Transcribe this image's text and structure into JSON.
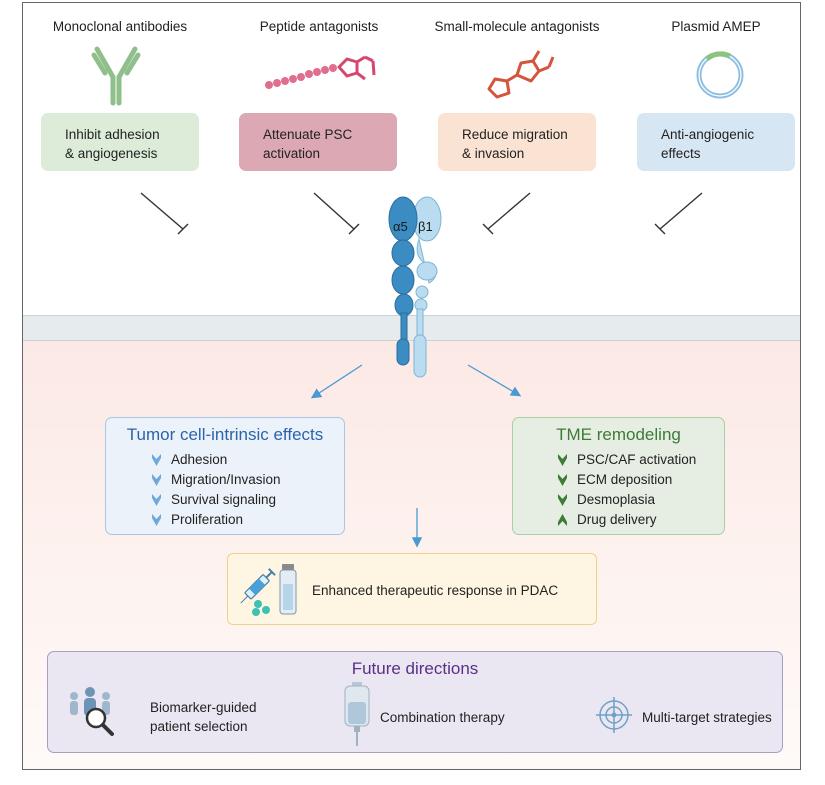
{
  "drugs": [
    {
      "title": "Monoclonal antibodies",
      "effect_l1": "Inhibit adhesion",
      "effect_l2": "& angiogenesis",
      "icon": "antibody-icon"
    },
    {
      "title": "Peptide antagonists",
      "effect_l1": "Attenuate PSC",
      "effect_l2": "activation",
      "icon": "peptide-chain-icon"
    },
    {
      "title": "Small-molecule antagonists",
      "effect_l1": "Reduce migration",
      "effect_l2": "& invasion",
      "icon": "small-molecule-icon"
    },
    {
      "title": "Plasmid AMEP",
      "effect_l1": "Anti-angiogenic",
      "effect_l2": "effects",
      "icon": "plasmid-icon"
    }
  ],
  "integrin": {
    "alpha": "α5",
    "beta": "β1"
  },
  "tumor_panel": {
    "title": "Tumor cell-intrinsic effects",
    "items": [
      "Adhesion",
      "Migration/Invasion",
      "Survival signaling",
      "Proliferation"
    ]
  },
  "tme_panel": {
    "title": "TME remodeling",
    "items": [
      "PSC/CAF activation",
      "ECM deposition",
      "Desmoplasia",
      "Drug delivery"
    ],
    "directions": [
      "down",
      "down",
      "down",
      "up"
    ]
  },
  "outcome": {
    "text": "Enhanced therapeutic response in PDAC",
    "icon": "syringe-vial-icon"
  },
  "future": {
    "title": "Future directions",
    "items": [
      {
        "l1": "Biomarker-guided",
        "l2": "patient selection",
        "icon": "patient-search-icon"
      },
      {
        "l1": "Combination therapy",
        "l2": "",
        "icon": "iv-bag-icon"
      },
      {
        "l1": "Multi-target strategies",
        "l2": "",
        "icon": "target-icon"
      }
    ]
  },
  "colors": {
    "alpha_subunit": "#3a8cc2",
    "beta_subunit": "#b9dcf1",
    "arrow_blue": "#4a9ad2",
    "green_arrow": "#3c7c36"
  }
}
